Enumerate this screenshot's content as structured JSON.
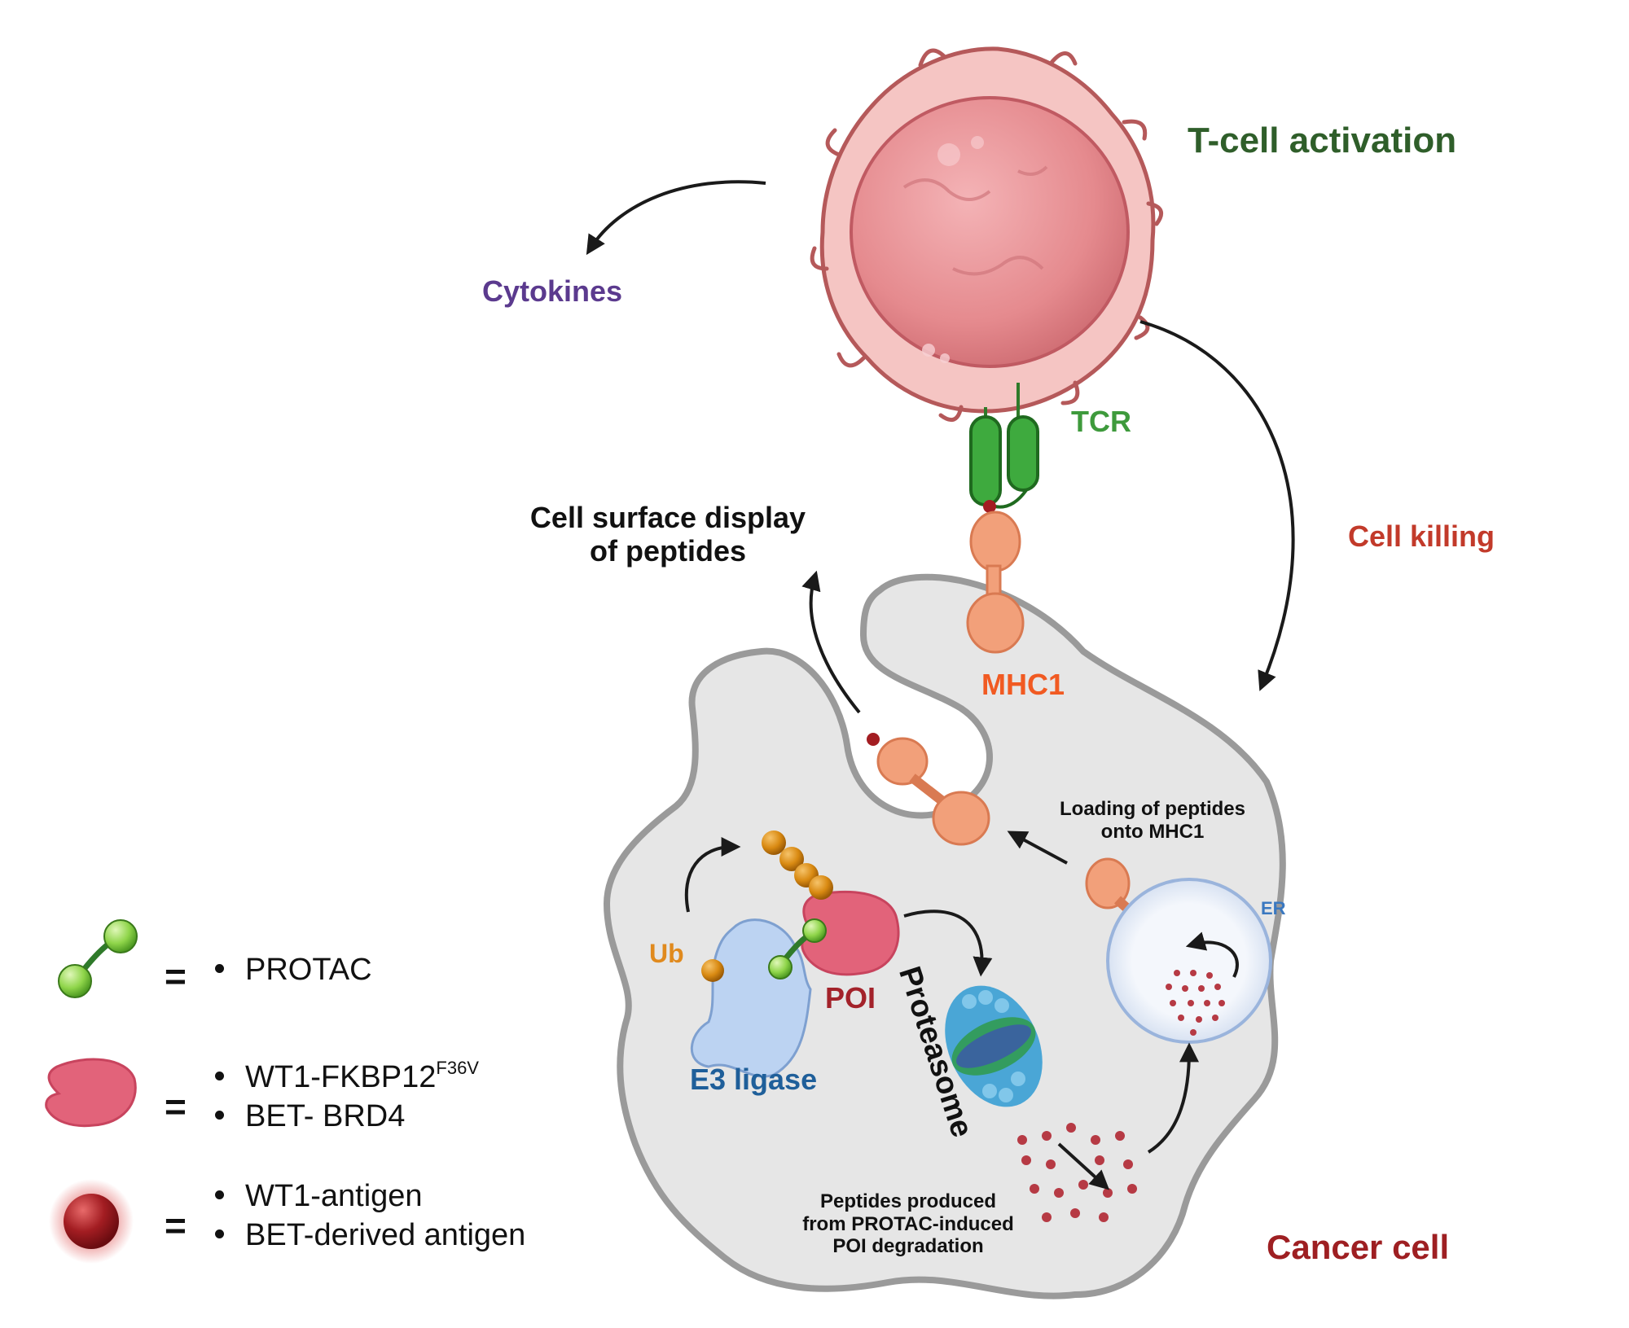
{
  "labels": {
    "t_cell_activation": "T-cell activation",
    "cytokines": "Cytokines",
    "tcr": "TCR",
    "cell_killing": "Cell killing",
    "cell_surface_line1": "Cell surface display",
    "cell_surface_line2": "of peptides",
    "mhc1": "MHC1",
    "loading_line1": "Loading of peptides",
    "loading_line2": "onto MHC1",
    "er": "ER",
    "ub": "Ub",
    "poi": "POI",
    "e3_ligase": "E3 ligase",
    "proteasome": "Proteasome",
    "peptides_line1": "Peptides produced",
    "peptides_line2": "from PROTAC-induced",
    "peptides_line3": "POI degradation",
    "cancer_cell": "Cancer cell"
  },
  "legend": {
    "equals": "=",
    "protac": "PROTAC",
    "poi_item1_main": "WT1-FKBP12",
    "poi_item1_sup": "F36V",
    "poi_item2": "BET- BRD4",
    "antigen_item1": "WT1-antigen",
    "antigen_item2": "BET-derived antigen"
  },
  "icons": {
    "protac": "protac-icon",
    "poi": "poi-blob-icon",
    "antigen": "antigen-sphere-icon"
  },
  "colors": {
    "t_cell_activation": "#2f5e2a",
    "cytokines": "#5b3a8e",
    "tcr": "#3e9a3c",
    "cell_killing": "#c23a2a",
    "mhc1": "#f15a22",
    "ub": "#e08a1e",
    "poi": "#a3222a",
    "e3_ligase": "#1f5f9a",
    "er": "#3a78c0",
    "cancer_cell": "#9e1f22",
    "cell_fill": "#e6e6e6",
    "cell_outline": "#9a9a9a",
    "tcell_body": "#f2b4b3",
    "tcell_nucleus": "#e58a8e"
  }
}
